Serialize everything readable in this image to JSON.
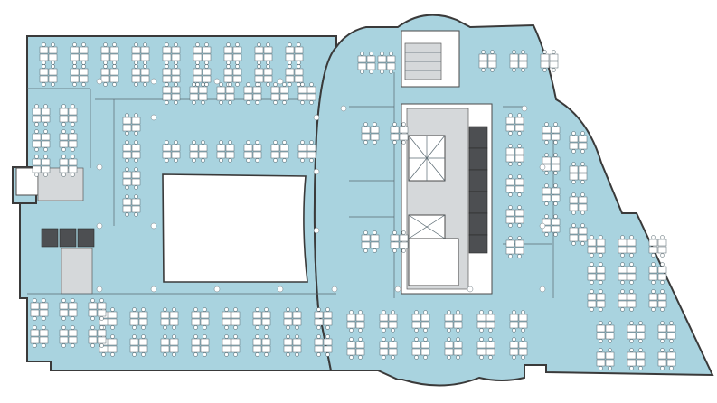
{
  "plan": {
    "colors": {
      "office_fill": "#a9d3df",
      "wall": "#3a3a3a",
      "core_fill": "#ffffff",
      "shaft_fill": "#4d4f52",
      "service_fill": "#d5d8da"
    },
    "zones": [
      "west-wing-open-office",
      "atrium-void",
      "central-core",
      "east-rotunda",
      "east-wing-open-office",
      "west-stair-core"
    ]
  }
}
